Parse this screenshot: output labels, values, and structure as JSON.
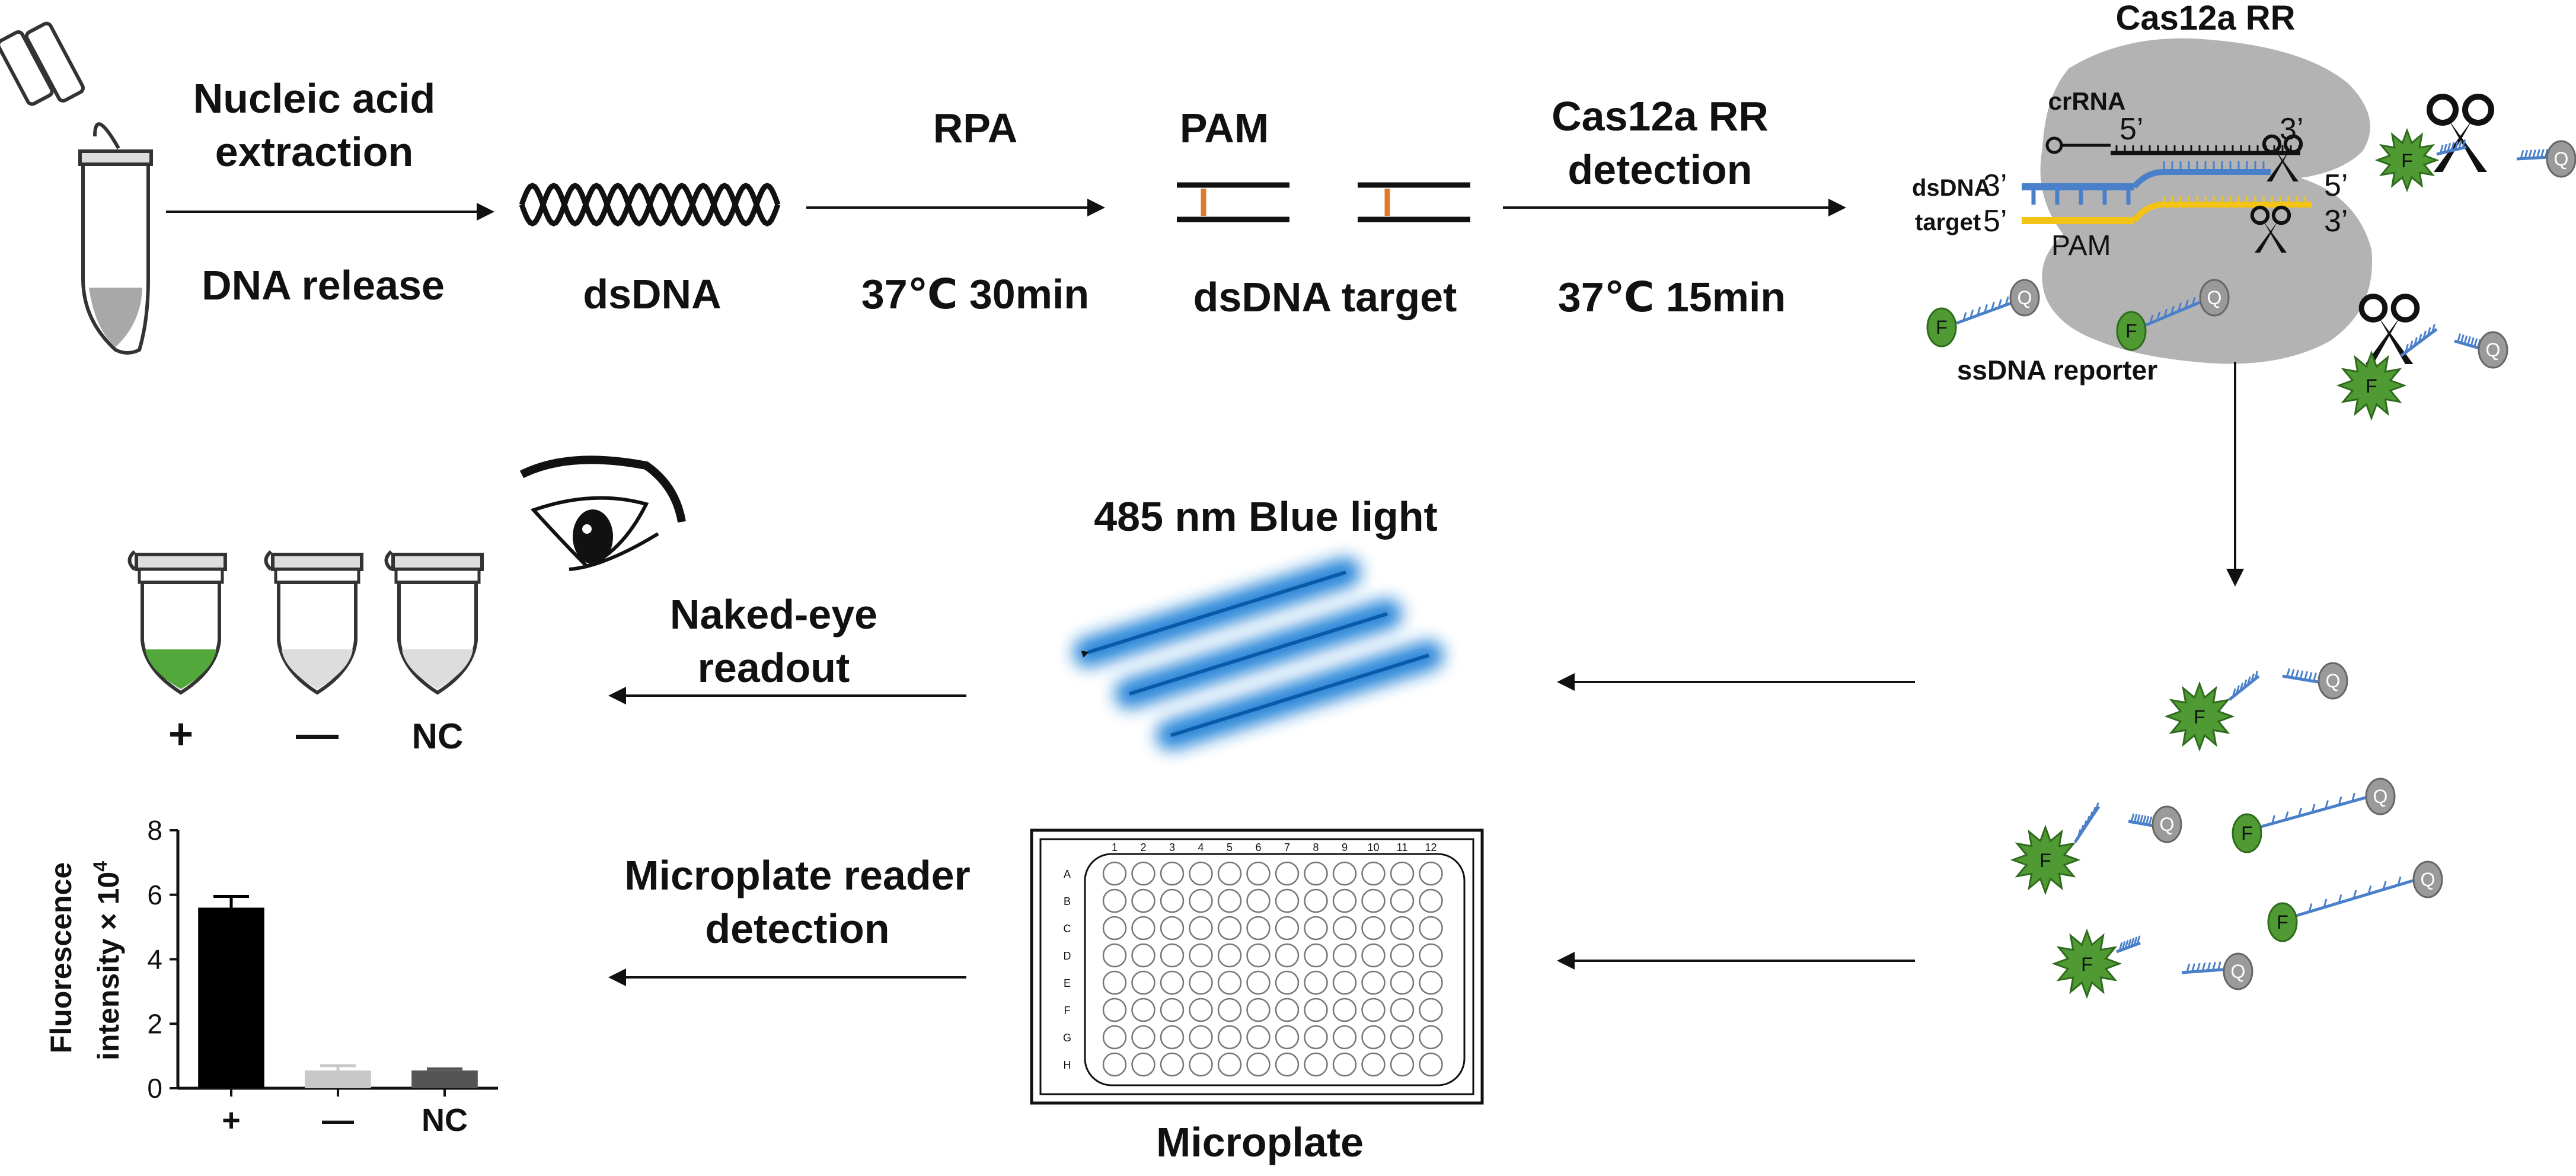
{
  "top_flow": {
    "step1_top": [
      "Nucleic acid",
      "extraction"
    ],
    "step1_bottom": "DNA release",
    "dsdna_label": "dsDNA",
    "rpa_top": "RPA",
    "rpa_bottom": "37℃ 30min",
    "pam_label": "PAM",
    "target_label": "dsDNA target",
    "cas_top": [
      "Cas12a RR",
      "detection"
    ],
    "cas_bottom": "37℃ 15min"
  },
  "cas_complex": {
    "title": "Cas12a RR",
    "crrna": "crRNA",
    "dsdna": "dsDNA",
    "target": "target",
    "pam": "PAM",
    "five_prime": "5’",
    "three_prime": "3’",
    "reporter": "ssDNA reporter",
    "fluor": "F",
    "quench": "Q"
  },
  "readout": {
    "light_label": "485 nm Blue light",
    "naked_eye": [
      "Naked-eye",
      "readout"
    ],
    "tube_labels": [
      "+",
      "—",
      "NC"
    ],
    "microplate_detection": [
      "Microplate reader",
      "detection"
    ],
    "microplate_label": "Microplate",
    "plate_cols": [
      "1",
      "2",
      "3",
      "4",
      "5",
      "6",
      "7",
      "8",
      "9",
      "10",
      "11",
      "12"
    ],
    "plate_rows": [
      "A",
      "B",
      "C",
      "D",
      "E",
      "F",
      "G",
      "H"
    ]
  },
  "colors": {
    "blue_strand": "#4a7fc9",
    "yellow_strand": "#f3c316",
    "fluor_green": "#4f9a33",
    "quencher_gray": "#9a9a9a",
    "protein_gray": "#b3b3b3",
    "pam_orange": "#e07b2e",
    "tube_green": "#52a83a"
  },
  "chart_data": {
    "type": "bar",
    "categories": [
      "+",
      "—",
      "NC"
    ],
    "values": [
      5.6,
      0.55,
      0.55
    ],
    "errors": [
      0.35,
      0.15,
      0.05
    ],
    "colors": [
      "#000000",
      "#c8c8c8",
      "#555555"
    ],
    "ylabel_line1": "Fluorescence",
    "ylabel_line2": "intensity × 10",
    "ylabel_exp": "4",
    "ylim": [
      0,
      8
    ],
    "yticks": [
      "0",
      "2",
      "4",
      "6",
      "8"
    ]
  }
}
